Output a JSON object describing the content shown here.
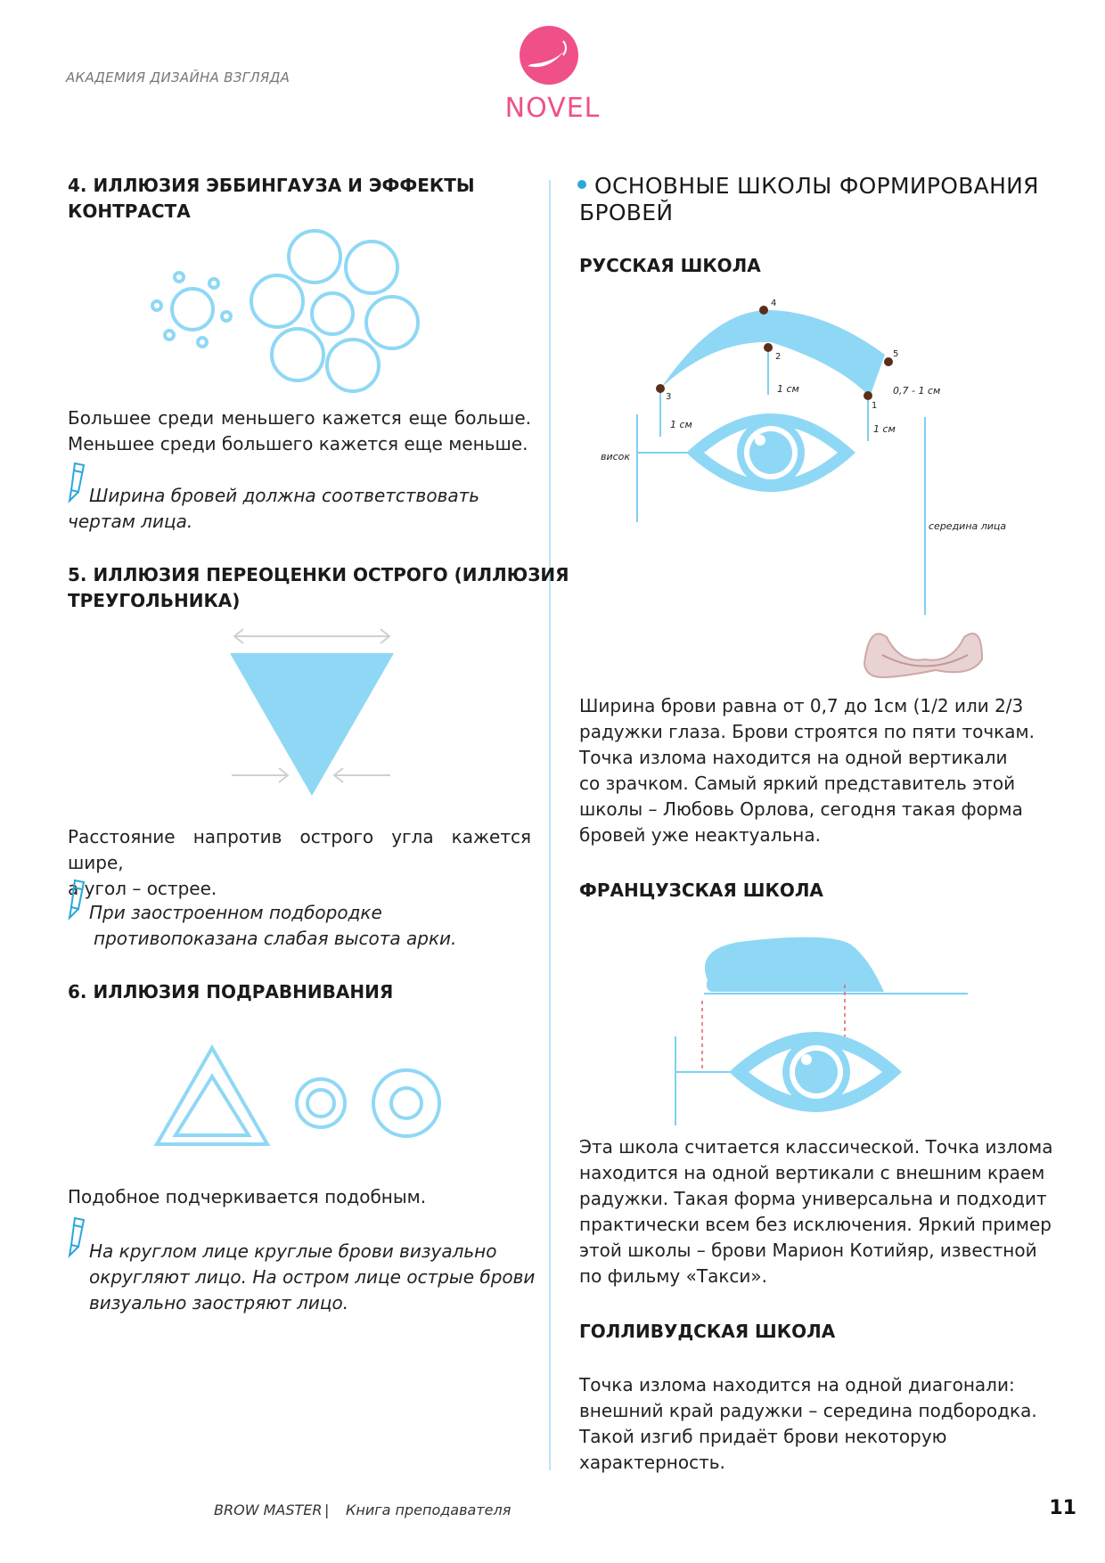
{
  "header": {
    "academy": "АКАДЕМИЯ ДИЗАЙНА ВЗГЛЯДА",
    "logo_text": "NOVEL",
    "logo_color": "#f0508a"
  },
  "left": {
    "s4": {
      "title_line1": "4. ИЛЛЮЗИЯ ЭББИНГАУЗА И ЭФФЕКТЫ",
      "title_line2": "КОНТРАСТА",
      "text_line1": "Большее среди меньшего кажется еще больше.",
      "text_line2": "Меньшее среди большего кажется еще меньше.",
      "tip_line1": "Ширина бровей должна соответствовать",
      "tip_line2": "чертам лица."
    },
    "s5": {
      "title_line1": "5. ИЛЛЮЗИЯ ПЕРЕОЦЕНКИ ОСТРОГО (ИЛЛЮЗИЯ",
      "title_line2": "ТРЕУГОЛЬНИКА)",
      "text_line1": "Расстояние напротив острого угла кажется шире,",
      "text_line2": "а угол – острее.",
      "tip_line1": "При заостроенном подбородке",
      "tip_line2": "противопоказана слабая высота арки."
    },
    "s6": {
      "title": "6. ИЛЛЮЗИЯ ПОДРАВНИВАНИЯ",
      "text": "Подобное подчеркивается подобным.",
      "tip_line1": "На круглом лице круглые брови визуально",
      "tip_line2": "округляют лицо. На остром лице острые брови",
      "tip_line3": "визуально заостряют лицо."
    }
  },
  "right": {
    "main_title_line1": "ОСНОВНЫЕ ШКОЛЫ ФОРМИРОВАНИЯ",
    "main_title_line2": "БРОВЕЙ",
    "russian": {
      "title": "РУССКАЯ ШКОЛА",
      "diagram": {
        "p1": "1",
        "p2": "2",
        "p3": "3",
        "p4": "4",
        "p5": "5",
        "cm_a": "1 см",
        "cm_b": "1 см",
        "cm_c": "1 см",
        "width": "0,7 - 1 см",
        "temple": "висок",
        "face_middle": "середина лица"
      },
      "text": [
        "Ширина брови равна от 0,7 до 1см (1/2 или 2/3",
        "радужки глаза. Брови строятся по пяти точкам.",
        "Точка излома находится на одной вертикали",
        "со зрачком. Самый яркий представитель этой",
        "школы – Любовь Орлова, сегодня такая форма",
        "бровей уже неактуальна."
      ]
    },
    "french": {
      "title": "ФРАНЦУЗСКАЯ ШКОЛА",
      "text": [
        "Эта школа считается классической. Точка излома",
        "находится на одной вертикали с внешним краем",
        "радужки. Такая форма универсальна и подходит",
        "практически всем без исключения. Яркий пример",
        "этой школы – брови Марион Котийяр, известной",
        "по фильму «Такси»."
      ]
    },
    "hollywood": {
      "title": "ГОЛЛИВУДСКАЯ ШКОЛА",
      "text": [
        "Точка излома находится на одной диагонали:",
        "внешний край радужки –  середина подбородка.",
        "Такой изгиб придаёт брови некоторую",
        "характерность."
      ]
    }
  },
  "footer": {
    "brand": "BROW MASTER",
    "separator": "|",
    "book": "Книга преподавателя",
    "page": "11"
  },
  "colors": {
    "accent_blue": "#8fd8f5",
    "line_blue": "#7fd0f2",
    "pink": "#f0508a",
    "dot": "#5a2e1a"
  }
}
